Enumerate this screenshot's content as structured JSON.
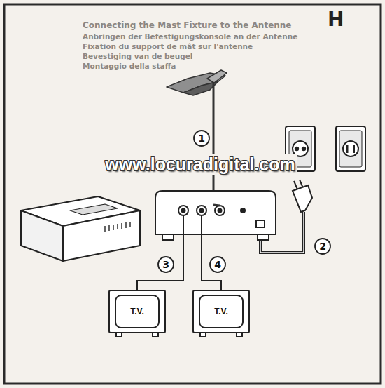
{
  "diagram": {
    "nodes": [
      {
        "text": [
          "T.V."
        ]
      },
      {
        "text": [
          "T.V."
        ]
      }
    ],
    "labels": [
      "H",
      "Connecting the Mast Fixture to the Antenne",
      "Anbringen der Befestigungskonsole an der Antenne",
      "Fixation du support de mât sur l'antenne",
      "Bevestiging van de beugel",
      "Montaggio della staffa",
      "1",
      "2",
      "3",
      "4",
      "www.locuradigital.com"
    ]
  }
}
